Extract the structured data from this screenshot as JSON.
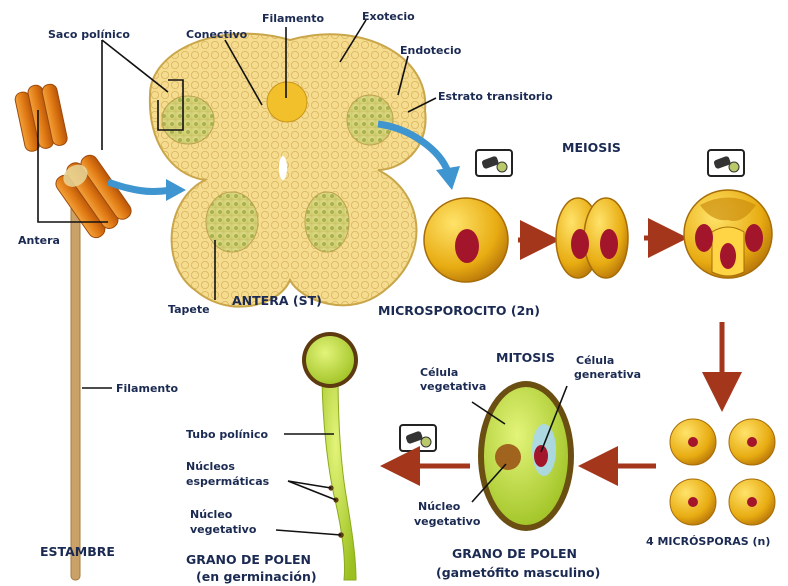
{
  "labels": {
    "saco_polinico": "Saco polínico",
    "conectivo": "Conectivo",
    "filamento_top": "Filamento",
    "exotecio": "Exotecio",
    "endotecio": "Endotecio",
    "estrato_transitorio": "Estrato transitorio",
    "antera": "Antera",
    "tapete": "Tapete",
    "antera_st": "ANTERA (ST)",
    "meiosis": "MEIOSIS",
    "microsporocito": "MICROSPOROCITO (2n)",
    "mitosis": "MITOSIS",
    "celula_vegetativa_1": "Célula",
    "celula_vegetativa_2": "vegetativa",
    "celula_generativa_1": "Célula",
    "celula_generativa_2": "generativa",
    "filamento_side": "Filamento",
    "tubo_polinico": "Tubo polínico",
    "nucleos_esp_1": "Núcleos",
    "nucleos_esp_2": "espermáticas",
    "nucleo_veg_left_1": "Núcleo",
    "nucleo_veg_left_2": "vegetativo",
    "nucleo_veg_mid_1": "Núcleo",
    "nucleo_veg_mid_2": "vegetativo",
    "microsporas": "4 MICRÓSPORAS (n)",
    "estambre": "ESTAMBRE",
    "grano_germ_1": "GRANO DE POLEN",
    "grano_germ_2": "(en germinación)",
    "grano_masc_1": "GRANO DE POLEN",
    "grano_masc_2": "(gametófito masculino)"
  },
  "colors": {
    "label_text": "#1b2a52",
    "tissue_fill": "#f6dc8e",
    "tissue_stroke": "#c9a64a",
    "sac_fill": "#d9d57a",
    "arrow_blue": "#3f95cf",
    "arrow_red": "#a3361b",
    "cell_yellow": "#e8ac12",
    "nucleus_red": "#a3152b",
    "pollen_green": "#bfe03a",
    "stamen_orange": "#e07a14",
    "filament_tan": "#caa267"
  },
  "icons": [
    "microscope-icon",
    "microscope-icon",
    "microscope-icon"
  ]
}
